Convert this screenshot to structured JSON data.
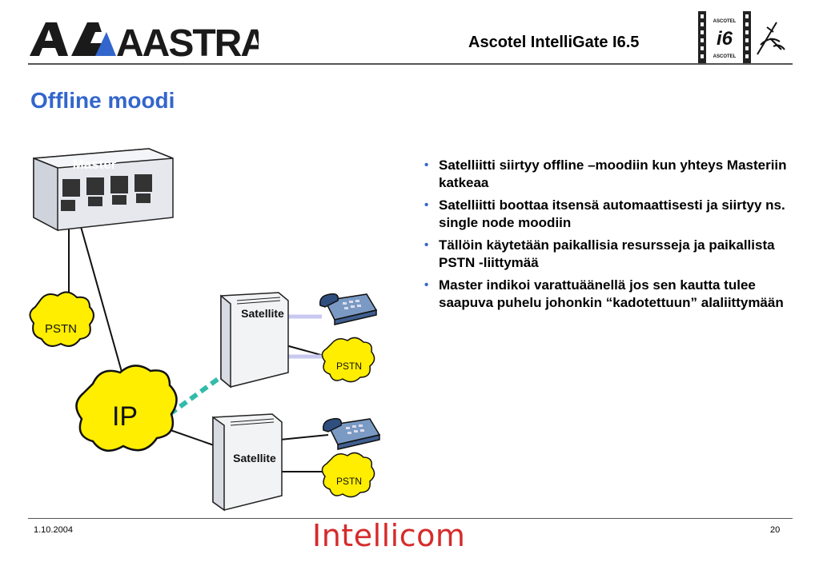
{
  "header": {
    "logo_text": "AASTRA",
    "product_title": "Ascotel IntelliGate I6.5",
    "badge_text_top": "ASCOTEL",
    "badge_text_main": "i6",
    "badge_text_bottom": "ASCOTEL"
  },
  "slide": {
    "title": "Offline moodi",
    "bullets": [
      "Satelliitti siirtyy offline –moodiin kun yhteys Masteriin katkeaa",
      "Satelliitti boottaa itsensä automaattisesti ja siirtyy ns. single node moodiin",
      "Tällöin käytetään paikallisia resursseja ja paikallista  PSTN -liittymää",
      "Master indikoi varattuäänellä jos sen kautta tulee saapuva puhelu johonkin “kadotettuun” alaliittymään"
    ]
  },
  "diagram": {
    "master_label": "Master",
    "pstn_label": "PSTN",
    "ip_label": "IP",
    "satellite_top_label": "Satellite",
    "satellite_bottom_label": "Satellite",
    "pstn_top_right_label": "PSTN",
    "pstn_bottom_right_label": "PSTN"
  },
  "footer": {
    "date": "1.10.2004",
    "brand": "Intellicom",
    "page_number": "20"
  },
  "colors": {
    "title_blue": "#3366cc",
    "brand_red": "#d62b2b",
    "cloud_yellow": "#ffee00",
    "link_cyan": "#33bbaa",
    "loop_lavender": "#c8c8f0"
  }
}
